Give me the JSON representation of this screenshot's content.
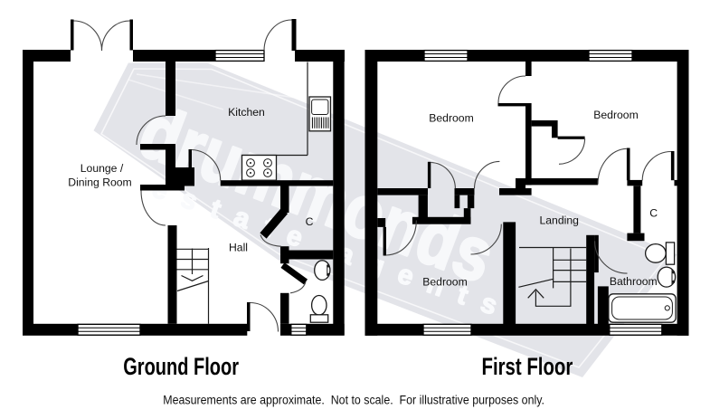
{
  "watermark": {
    "brand": "drummonds",
    "tagline": "estate agents",
    "band_color": "#e3e4ea",
    "brand_color": "#bfc3cd",
    "tagline_color": "#fcfcfe"
  },
  "ground": {
    "caption": "Ground Floor",
    "rooms": {
      "lounge_line1": "Lounge /",
      "lounge_line2": "Dining Room",
      "kitchen": "Kitchen",
      "hall": "Hall",
      "cupboard": "C"
    }
  },
  "first": {
    "caption": "First Floor",
    "rooms": {
      "bedroom1": "Bedroom",
      "bedroom2": "Bedroom",
      "bedroom3": "Bedroom",
      "landing": "Landing",
      "bathroom": "Bathroom",
      "cupboard": "C"
    }
  },
  "footer": {
    "disclaimer": "Measurements are approximate.  Not to scale.  For illustrative purposes only."
  },
  "colors": {
    "wall": "#000000",
    "line": "#1c1c1c",
    "background": "#ffffff"
  }
}
